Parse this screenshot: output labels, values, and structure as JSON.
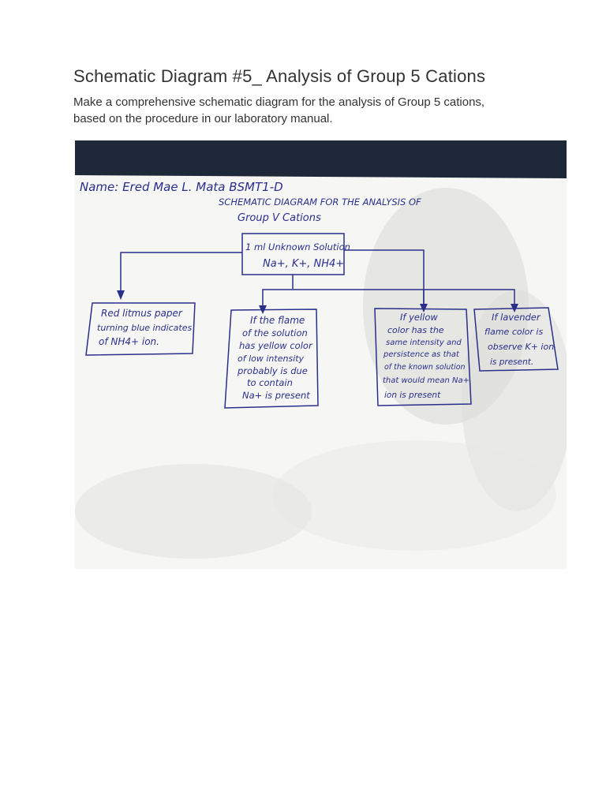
{
  "document": {
    "title": "Schematic Diagram #5_ Analysis of Group 5 Cations",
    "description": "Make a comprehensive schematic diagram for the analysis of Group 5 cations, based on the procedure in our laboratory manual."
  },
  "photo": {
    "icon": "photo-of-handwritten-schematic",
    "colors": {
      "table": "#1f2838",
      "paper": "#f6f6f4",
      "ink": "#2a2f8a"
    },
    "header": {
      "name_line": "Name: Ered Mae L. Mata  BSMT1-D",
      "title_line1": "SCHEMATIC DIAGRAM FOR THE ANALYSIS OF",
      "title_line2": "Group V Cations"
    },
    "root_box": {
      "line1": "1 ml Unknown Solution",
      "line2": "Na+, K+, NH4+"
    },
    "boxes": [
      {
        "lines": [
          "Red litmus paper",
          "turning blue indicates",
          "of NH4+ ion."
        ]
      },
      {
        "lines": [
          "If the flame",
          "of the solution",
          "has yellow color",
          "of low intensity",
          "probably is due",
          "to contain",
          "Na+ is present"
        ]
      },
      {
        "lines": [
          "If yellow",
          "color has the",
          "same intensity and",
          "persistence as that",
          "of the known solution",
          "that would mean Na+",
          "ion is present"
        ]
      },
      {
        "lines": [
          "If lavender",
          "flame color is",
          "observe K+ ion",
          "is present."
        ]
      }
    ]
  }
}
